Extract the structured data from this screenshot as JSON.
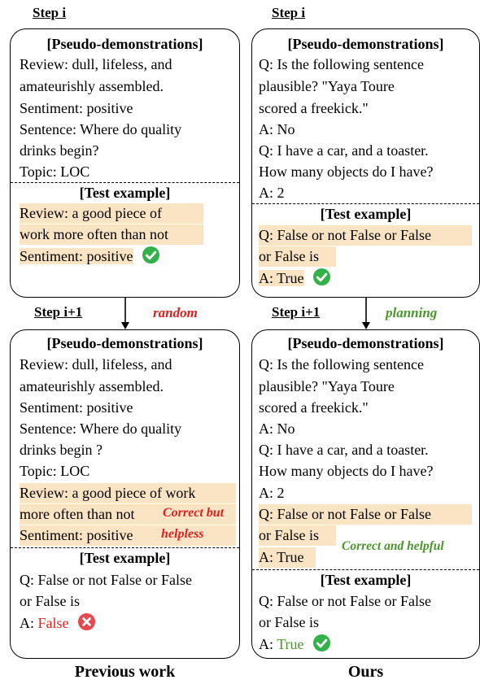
{
  "left": {
    "step_top": "Step i",
    "top_box": {
      "pseudo_header": "[Pseudo-demonstrations]",
      "demo_lines": [
        "Review: dull, lifeless, and",
        "amateurishly assembled.",
        "Sentiment: positive",
        "Sentence: Where do quality",
        "drinks begin?",
        "Topic: LOC"
      ],
      "test_header": "[Test example]",
      "test_lines": [
        "Review: a good piece of",
        "work more often than not",
        "Sentiment: positive"
      ]
    },
    "step_bottom": "Step i+1",
    "arrow_label": "random",
    "bottom_box": {
      "pseudo_header": "[Pseudo-demonstrations]",
      "demo_lines": [
        "Review: dull, lifeless, and",
        "amateurishly assembled.",
        "Sentiment: positive",
        "Sentence: Where do quality",
        "drinks begin ?",
        "Topic: LOC"
      ],
      "added_lines": [
        "Review: a good piece of work",
        "more often than not",
        "Sentiment: positive"
      ],
      "annotation": [
        "Correct but",
        "helpless"
      ],
      "test_header": "[Test example]",
      "test_lines": [
        "Q: False or not False or False",
        "or False is"
      ],
      "answer_prefix": "A: ",
      "answer_value": "False"
    },
    "caption": "Previous work"
  },
  "right": {
    "step_top": "Step i",
    "top_box": {
      "pseudo_header": "[Pseudo-demonstrations]",
      "demo_lines": [
        "Q: Is the following sentence",
        "plausible? \"Yaya Toure",
        "scored a freekick.\"",
        "A: No",
        "Q: I have a car, and a toaster.",
        "How many objects do I have?",
        "A: 2"
      ],
      "test_header": "[Test example]",
      "test_lines": [
        "Q: False or not False or False",
        "or False is",
        "A: True"
      ]
    },
    "step_bottom": "Step i+1",
    "arrow_label": "planning",
    "bottom_box": {
      "pseudo_header": "[Pseudo-demonstrations]",
      "demo_lines": [
        "Q: Is the following sentence",
        "plausible? \"Yaya Toure",
        "scored a freekick.\"",
        "A: No",
        "Q: I have a car, and a toaster.",
        "How many objects do I have?",
        "A: 2"
      ],
      "added_lines": [
        "Q: False or not False or False",
        "or False is",
        "A: True"
      ],
      "annotation": "Correct and helpful",
      "test_header": "[Test example]",
      "test_lines": [
        "Q: False or not False or False",
        "or False is"
      ],
      "answer_prefix": "A: ",
      "answer_value": "True"
    },
    "caption": "Ours"
  },
  "icons": {
    "correct": "check-circle-icon",
    "wrong": "x-circle-icon"
  },
  "colors": {
    "highlight": "#fbe4c4",
    "red": "#e01f1f",
    "green": "#49962b",
    "check_icon": "#33b24a",
    "x_icon": "#e5484d"
  }
}
